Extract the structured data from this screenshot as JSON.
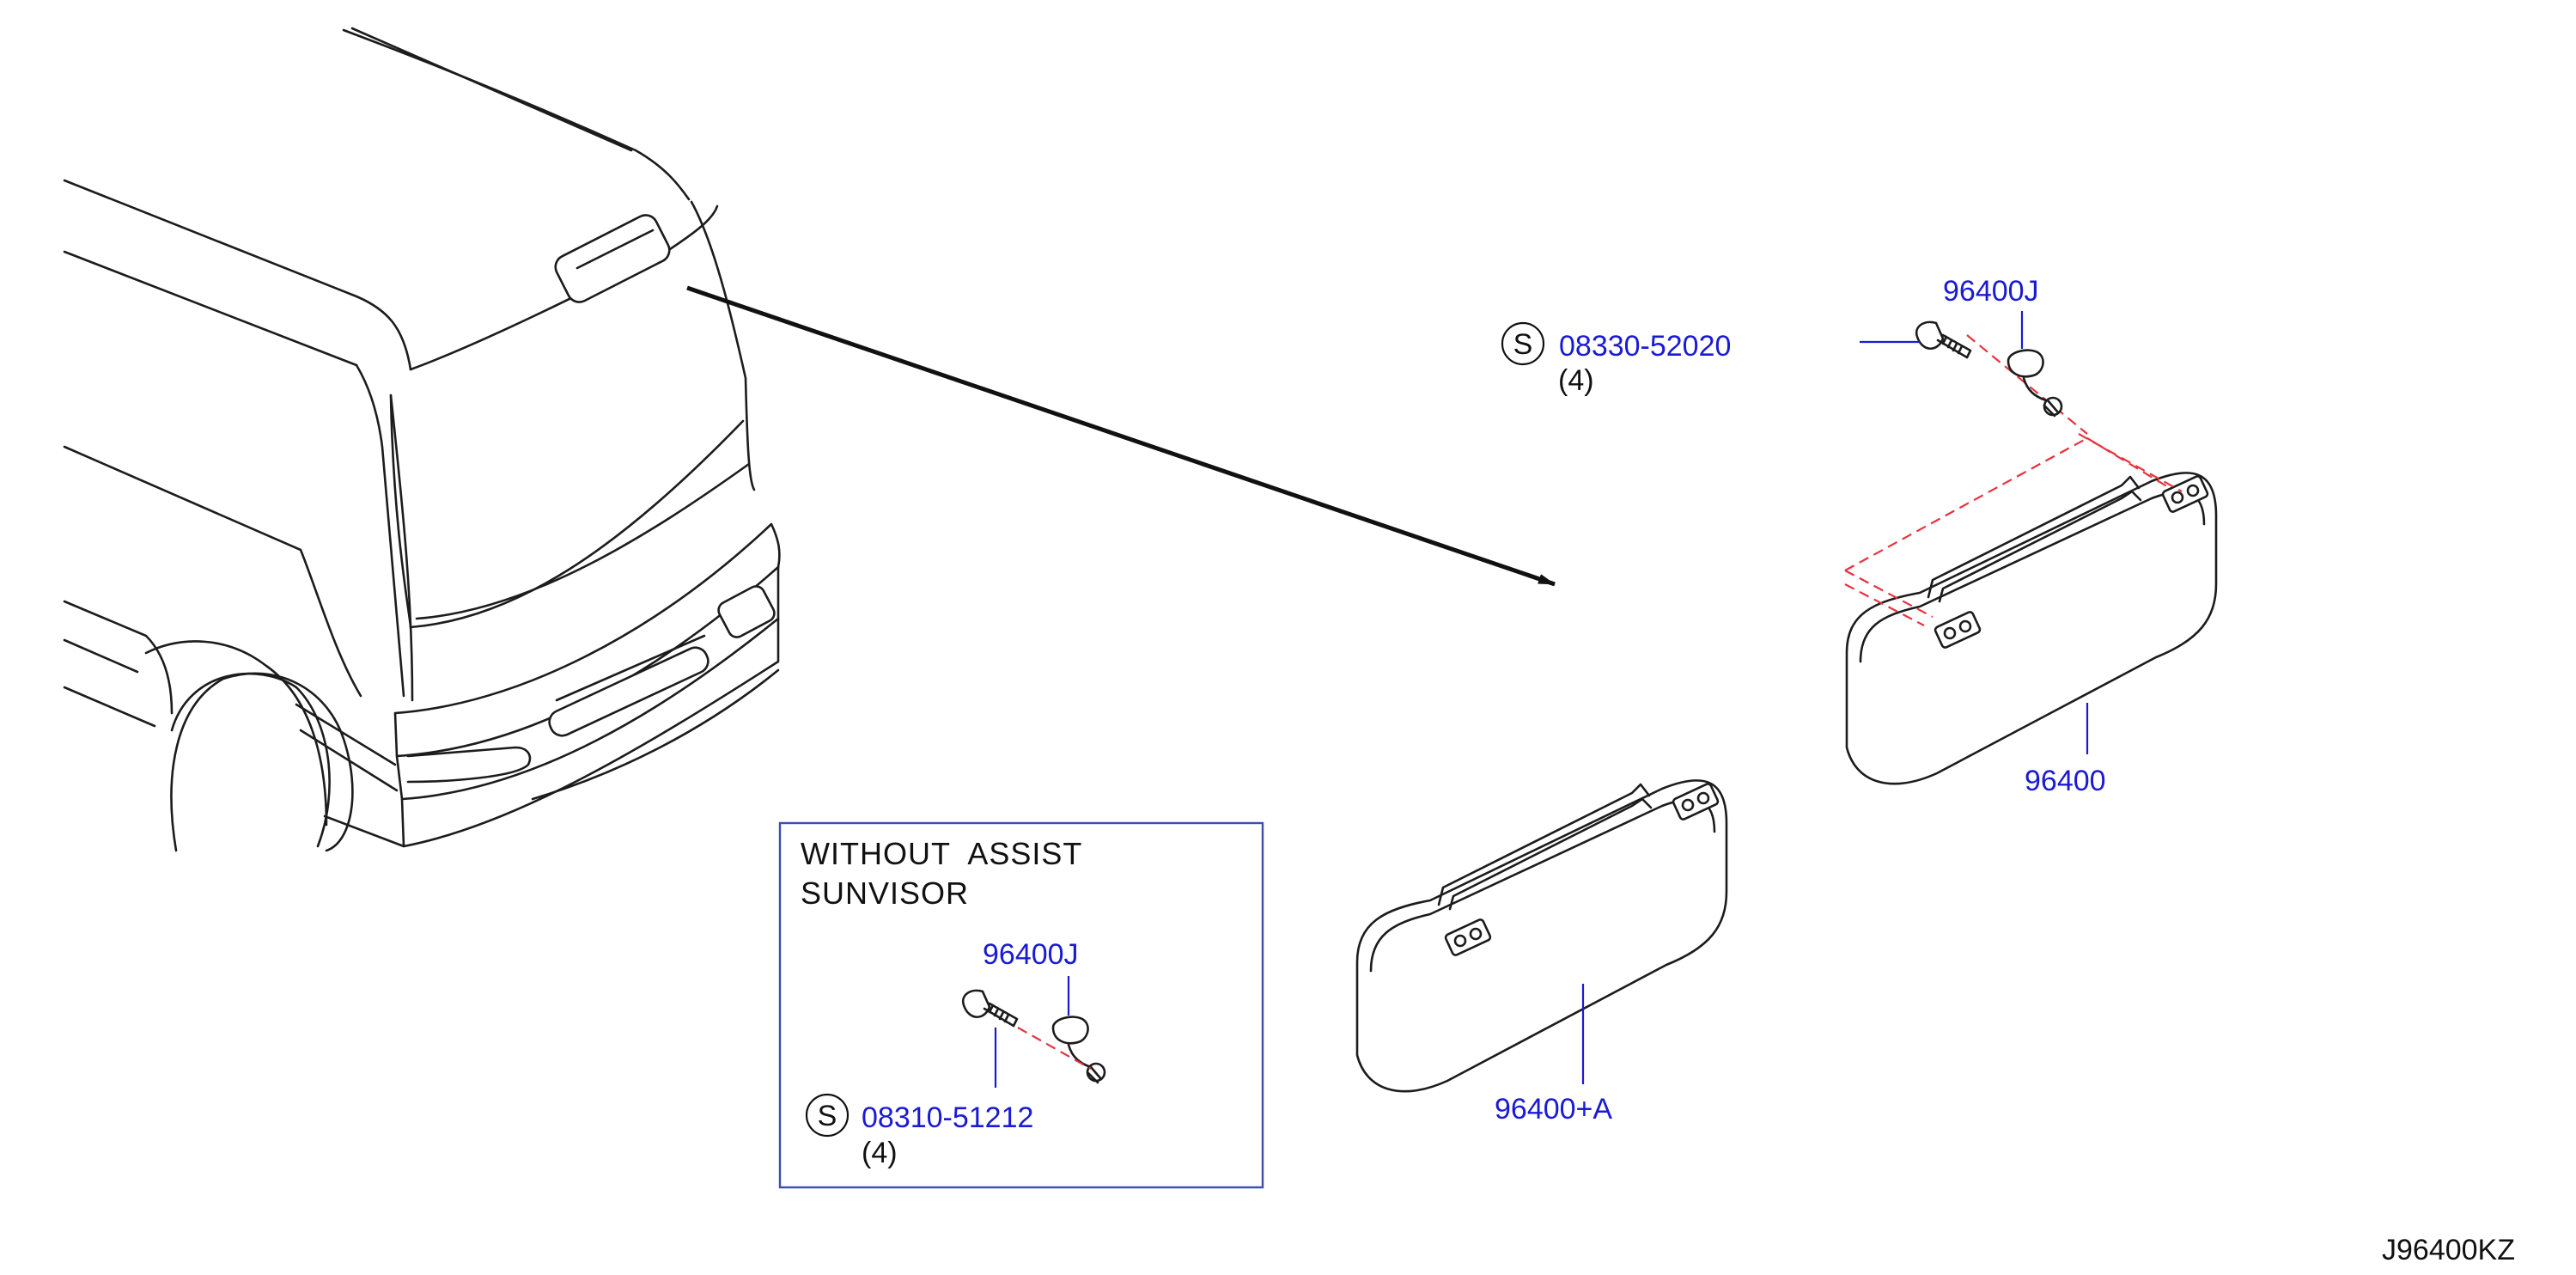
{
  "diagram_id": "J96400KZ",
  "callouts": {
    "screw_top": {
      "symbol": "S",
      "part_number": "08330-52020",
      "qty": "(4)"
    },
    "holder_top": {
      "part_number": "96400J"
    },
    "visor_right": {
      "part_number": "96400"
    },
    "visor_left": {
      "part_number": "96400+A"
    }
  },
  "inset": {
    "caption_line1": "WITHOUT  ASSIST",
    "caption_line2": "SUNVISOR",
    "holder": {
      "part_number": "96400J"
    },
    "screw": {
      "symbol": "S",
      "part_number": "08310-51212",
      "qty": "(4)"
    }
  },
  "colors": {
    "callout_text": "#1a1ad6",
    "line_art": "#1c1c1c",
    "hidden_line": "#e8323c",
    "inset_border": "#3a4fb0"
  }
}
